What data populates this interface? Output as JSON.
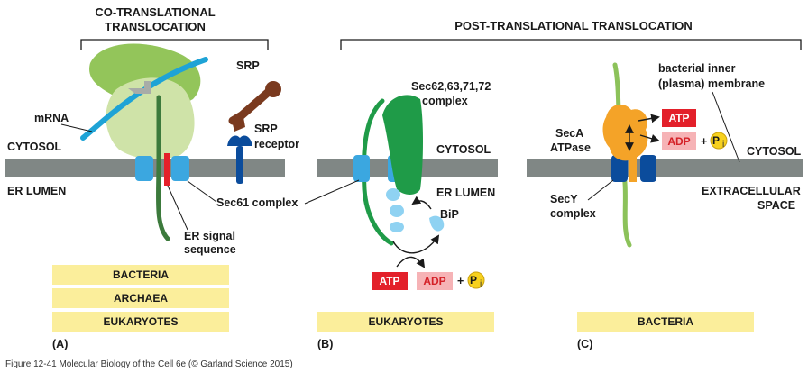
{
  "headings": {
    "co_line1": "CO-TRANSLATIONAL",
    "co_line2": "TRANSLOCATION",
    "post": "POST-TRANSLATIONAL TRANSLOCATION"
  },
  "panel_a": {
    "label": "(A)",
    "mrna": "mRNA",
    "cytosol": "CYTOSOL",
    "er_lumen": "ER LUMEN",
    "srp": "SRP",
    "srp_receptor_1": "SRP",
    "srp_receptor_2": "receptor",
    "sec61": "Sec61 complex",
    "signal_1": "ER signal",
    "signal_2": "sequence",
    "boxes": [
      "BACTERIA",
      "ARCHAEA",
      "EUKARYOTES"
    ]
  },
  "panel_b": {
    "label": "(B)",
    "complex_1": "Sec62,63,71,72",
    "complex_2": "complex",
    "cytosol": "CYTOSOL",
    "er_lumen": "ER LUMEN",
    "bip": "BiP",
    "atp": "ATP",
    "adp": "ADP",
    "plus": "+",
    "pi": "P",
    "pi_sub": "i",
    "box": "EUKARYOTES"
  },
  "panel_c": {
    "label": "(C)",
    "membrane_1": "bacterial inner",
    "membrane_2": "(plasma) membrane",
    "seca_1": "SecA",
    "seca_2": "ATPase",
    "atp": "ATP",
    "adp": "ADP",
    "plus": "+",
    "pi": "P",
    "pi_sub": "i",
    "cytosol": "CYTOSOL",
    "secy_1": "SecY",
    "secy_2": "complex",
    "extra_1": "EXTRACELLULAR",
    "extra_2": "SPACE",
    "box": "BACTERIA"
  },
  "caption": "Figure 12-41  Molecular Biology of the Cell 6e (© Garland Science 2015)",
  "colors": {
    "membrane": "#808785",
    "ribosome_large": "#93c55a",
    "ribosome_small": "#cfe3a8",
    "mrna": "#1ea3d6",
    "chain": "#3c7a3c",
    "chain_light": "#8cc25a",
    "translocon": "#3ba7e0",
    "translocon_dark": "#0b4c9c",
    "signal": "#e5202a",
    "srp": "#7a3a1f",
    "sec_complex": "#1f9b48",
    "bip": "#8fd2f2",
    "seca": "#f4a328",
    "atp_bg": "#e3202a",
    "adp_bg": "#f6b3b6",
    "adp_text": "#d42027",
    "pi_bg": "#f7d11e",
    "label_box": "#fbee9b"
  }
}
